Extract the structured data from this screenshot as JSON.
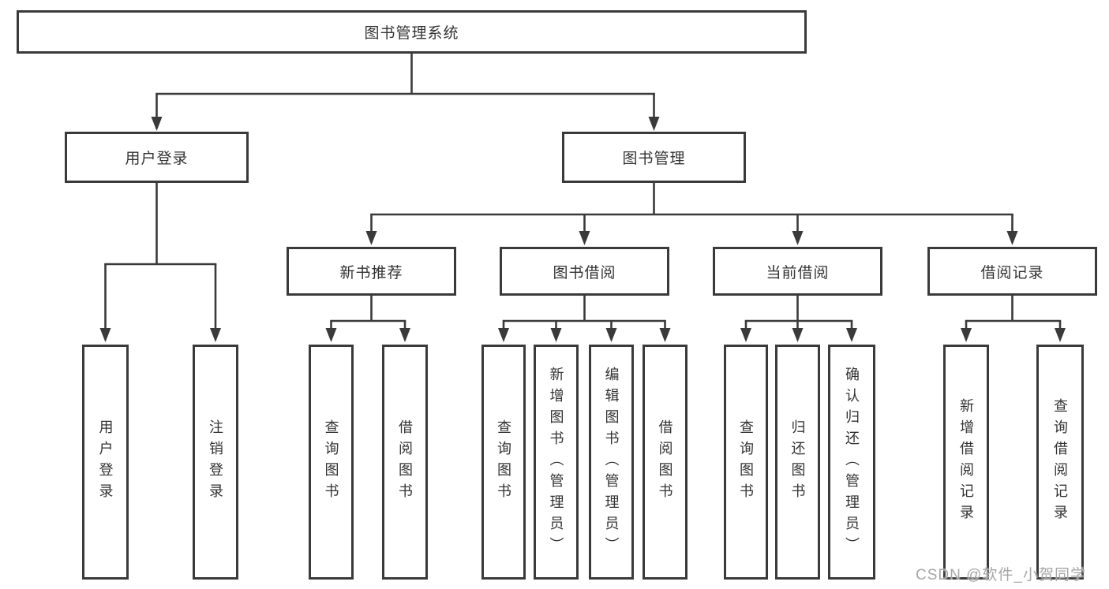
{
  "tree": {
    "label": "图书管理系统",
    "children": [
      {
        "label": "用户登录",
        "children": [
          {
            "label": "用户登录"
          },
          {
            "label": "注销登录"
          }
        ]
      },
      {
        "label": "图书管理",
        "children": [
          {
            "label": "新书推荐",
            "children": [
              {
                "label": "查询图书"
              },
              {
                "label": "借阅图书"
              }
            ]
          },
          {
            "label": "图书借阅",
            "children": [
              {
                "label": "查询图书"
              },
              {
                "label": "新增图书（管理员）"
              },
              {
                "label": "编辑图书（管理员）"
              },
              {
                "label": "借阅图书"
              }
            ]
          },
          {
            "label": "当前借阅",
            "children": [
              {
                "label": "查询图书"
              },
              {
                "label": "归还图书"
              },
              {
                "label": "确认归还（管理员）"
              }
            ]
          },
          {
            "label": "借阅记录",
            "children": [
              {
                "label": "新增借阅记录"
              },
              {
                "label": "查询借阅记录"
              }
            ]
          }
        ]
      }
    ]
  },
  "watermark": "CSDN @软件_小贺同学",
  "colors": {
    "line": "#3a3a3a",
    "text": "#333333",
    "box_fill": "#ffffff",
    "watermark": "#a6a6a6"
  }
}
